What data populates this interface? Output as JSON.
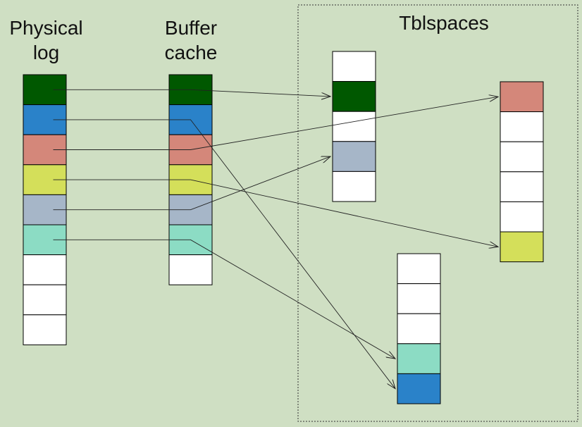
{
  "labels": {
    "physical_log_line1": "Physical",
    "physical_log_line2": "log",
    "buffer_cache_line1": "Buffer",
    "buffer_cache_line2": "cache",
    "tblspaces": "Tblspaces"
  },
  "colors": {
    "background": "#cfdfc3",
    "empty": "#ffffff",
    "dark_green": "#005800",
    "blue": "#2a82c9",
    "salmon": "#d4877a",
    "yellow_green": "#d4df5a",
    "grey_blue": "#a6b6c8",
    "aqua": "#8cdcc4"
  },
  "columns": {
    "physical_log": [
      "dark_green",
      "blue",
      "salmon",
      "yellow_green",
      "grey_blue",
      "aqua",
      "empty",
      "empty",
      "empty"
    ],
    "buffer_cache": [
      "dark_green",
      "blue",
      "salmon",
      "yellow_green",
      "grey_blue",
      "aqua",
      "empty"
    ],
    "tblspace_a": [
      "empty",
      "dark_green",
      "empty",
      "grey_blue",
      "empty"
    ],
    "tblspace_b": [
      "salmon",
      "empty",
      "empty",
      "empty",
      "empty",
      "yellow_green"
    ],
    "tblspace_c": [
      "empty",
      "empty",
      "empty",
      "aqua",
      "blue"
    ]
  },
  "connections": [
    {
      "color": "dark_green",
      "from_row": 0,
      "target": "tblspace_a",
      "target_row": 1
    },
    {
      "color": "blue",
      "from_row": 1,
      "target": "tblspace_c",
      "target_row": 4
    },
    {
      "color": "salmon",
      "from_row": 2,
      "target": "tblspace_b",
      "target_row": 0
    },
    {
      "color": "yellow_green",
      "from_row": 3,
      "target": "tblspace_b",
      "target_row": 5
    },
    {
      "color": "grey_blue",
      "from_row": 4,
      "target": "tblspace_a",
      "target_row": 3
    },
    {
      "color": "aqua",
      "from_row": 5,
      "target": "tblspace_c",
      "target_row": 3
    }
  ]
}
